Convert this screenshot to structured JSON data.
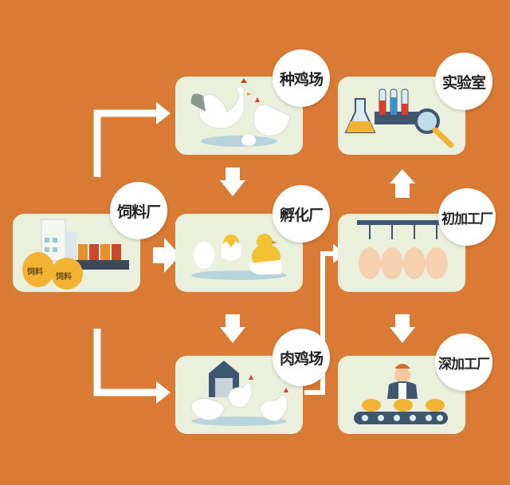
{
  "nodes": {
    "feed_mill": "饲料厂",
    "breeder_farm": "种鸡场",
    "hatchery": "孵化厂",
    "broiler_farm": "肉鸡场",
    "laboratory": "实验室",
    "primary_processing": "初加工厂",
    "further_processing": "深加工厂"
  },
  "feed_bag_label": "饲料",
  "colors": {
    "background": "#D97A35",
    "card": "#EAF0DC",
    "arrow": "#FFFFFF",
    "badge": "#FFFFFF",
    "feed_bag": "#F2B233"
  }
}
